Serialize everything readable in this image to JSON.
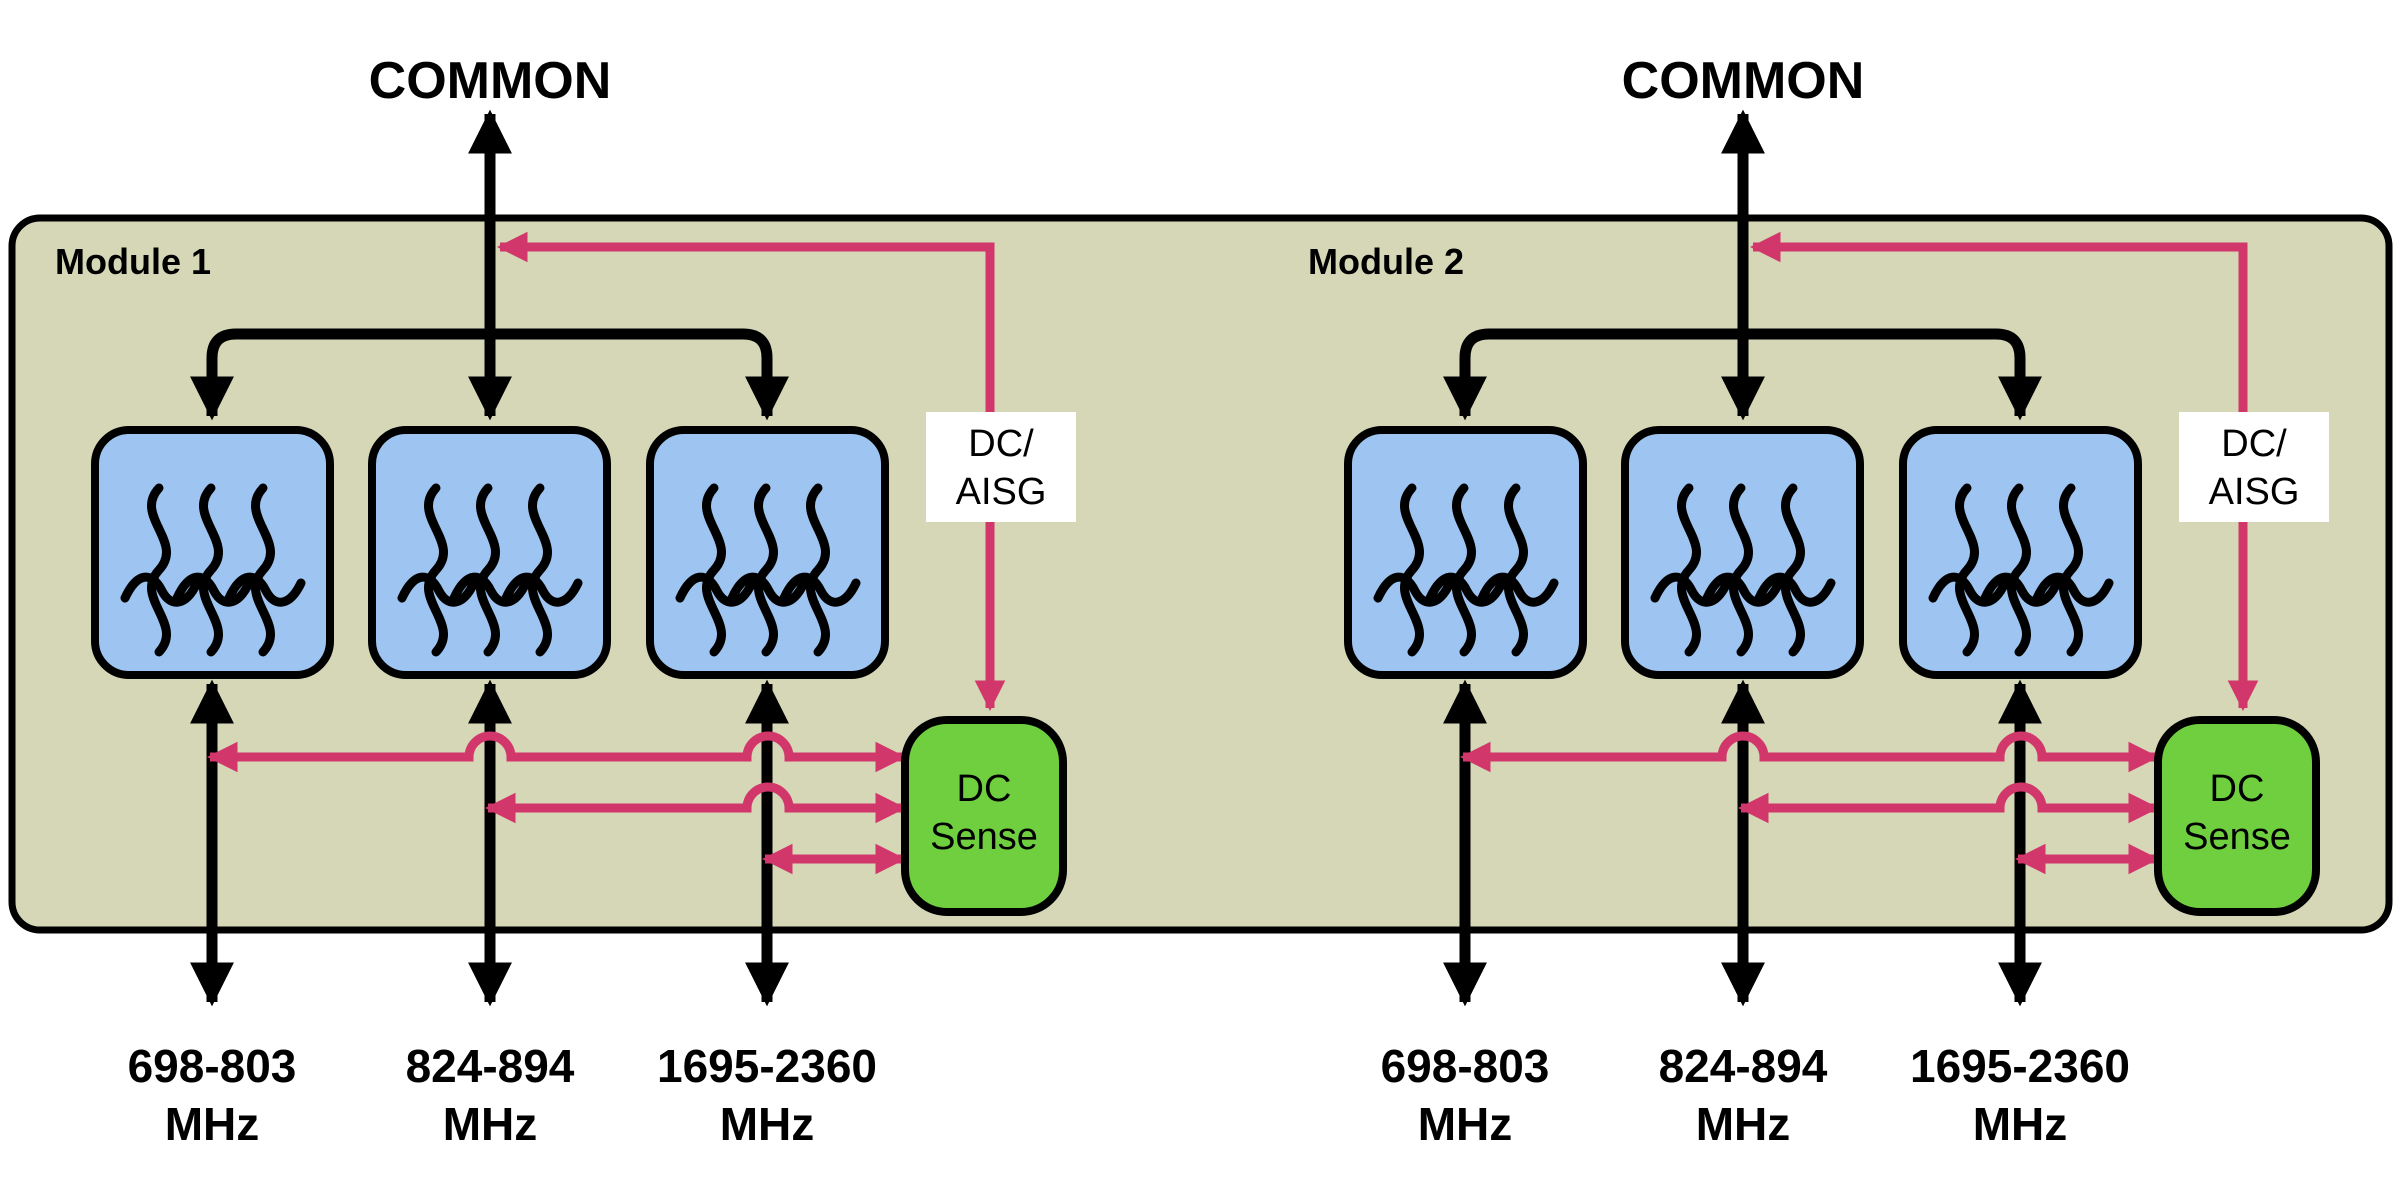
{
  "colors": {
    "module_fill": "#d6d7b6",
    "filter_fill": "#9ec5f2",
    "dc_sense_fill": "#6fcf3f",
    "accent_pink": "#d2376b",
    "outline_black": "#000000",
    "label_bg": "#ffffff"
  },
  "icons": {
    "filter": "rf-filter-wave-icon",
    "arrowhead": "triangle-arrowhead"
  },
  "modules": [
    {
      "label": "Module 1",
      "common_label": "COMMON",
      "dc_aisg": {
        "line1": "DC/",
        "line2": "AISG"
      },
      "dc_sense": {
        "line1": "DC",
        "line2": "Sense"
      },
      "ports": [
        {
          "range": "698-803",
          "unit": "MHz"
        },
        {
          "range": "824-894",
          "unit": "MHz"
        },
        {
          "range": "1695-2360",
          "unit": "MHz"
        }
      ]
    },
    {
      "label": "Module 2",
      "common_label": "COMMON",
      "dc_aisg": {
        "line1": "DC/",
        "line2": "AISG"
      },
      "dc_sense": {
        "line1": "DC",
        "line2": "Sense"
      },
      "ports": [
        {
          "range": "698-803",
          "unit": "MHz"
        },
        {
          "range": "824-894",
          "unit": "MHz"
        },
        {
          "range": "1695-2360",
          "unit": "MHz"
        }
      ]
    }
  ]
}
